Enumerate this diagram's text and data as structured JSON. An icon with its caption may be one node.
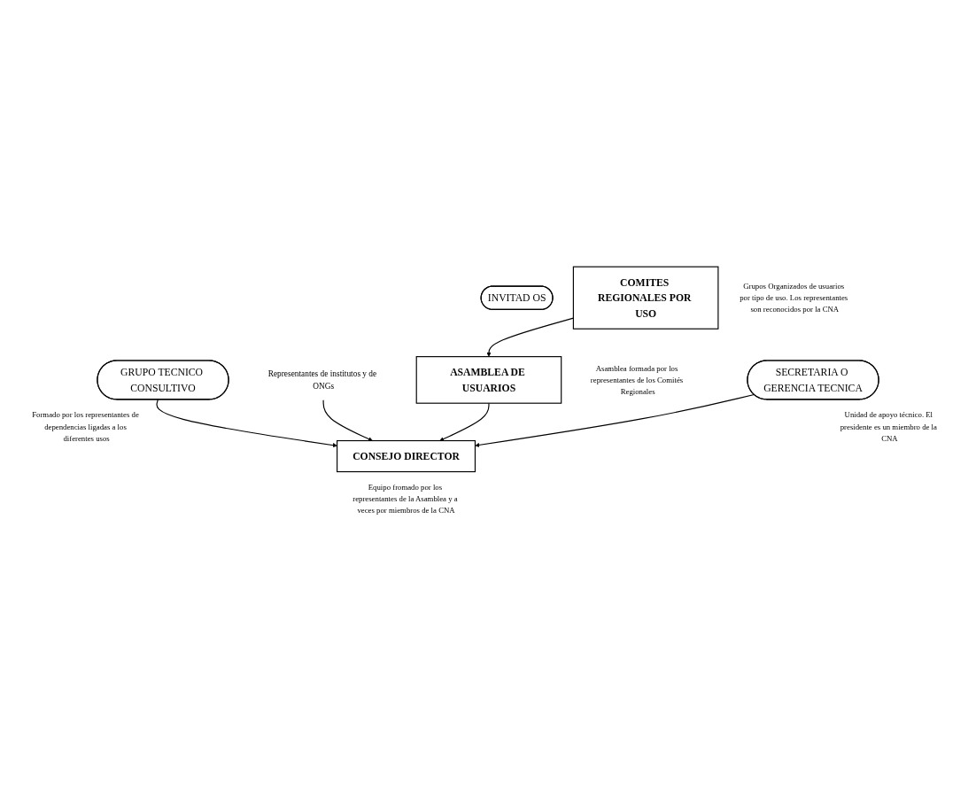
{
  "diagram": {
    "nodes": [
      {
        "text": [
          "COMITES REGIONALES POR USO"
        ],
        "beside": [
          "Grupos Organizados de usuarios por tipo de uso. Los representantes son reconocidos por la CNA"
        ]
      },
      {
        "text": [
          "ASAMBLEA DE USUARIOS"
        ],
        "beside": [
          "Asamblea formada por los representantes de los Comités Regionales"
        ]
      },
      {
        "text": [
          "CONSEJO DIRECTOR"
        ],
        "beside": [
          "Equipo fromado por los representantes de la Asamblea y a veces por miembros de la CNA"
        ]
      },
      {
        "text": [
          "INVITAD OS"
        ]
      },
      {
        "text": [
          "Representantes de institutos y de ONGs"
        ]
      },
      {
        "text": [
          "GRUPO TECNICO CONSULTIVO"
        ],
        "beside": [
          "Formado por los representantes de dependencias ligadas a los diferentes usos"
        ]
      },
      {
        "text": [
          "SECRETARIA O GERENCIA TECNICA"
        ],
        "beside": [
          "Unidad de apoyo técnico. El presidente es un miembro de la CNA"
        ]
      }
    ],
    "edges": [
      {
        "from": 0,
        "to": 1,
        "arrow": "to"
      },
      {
        "from": 1,
        "to": 2,
        "arrow": "to"
      },
      {
        "from": 4,
        "to": 2,
        "arrow": "to"
      },
      {
        "from": 5,
        "to": 2,
        "arrow": "to"
      },
      {
        "from": 6,
        "to": 2,
        "arrow": "to"
      }
    ]
  }
}
